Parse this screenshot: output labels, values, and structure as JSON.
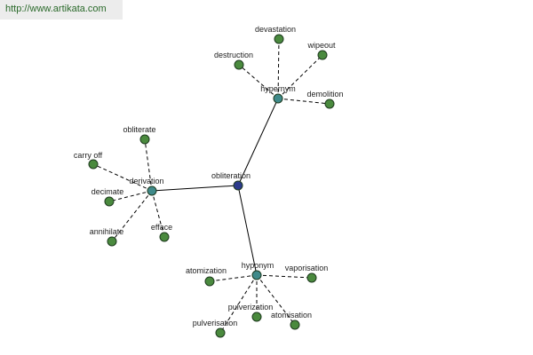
{
  "url": "http://www.artikata.com",
  "colors": {
    "center": "#2c3a8c",
    "hub": "#3f8a8a",
    "leaf": "#4a8a3e",
    "stroke": "#1e3a1e"
  },
  "graph": {
    "center": {
      "id": "obliteration",
      "label": "obliteration"
    },
    "hubs": [
      {
        "id": "hypernym",
        "label": "hypernym",
        "leaves": [
          "devastation",
          "wipeout",
          "destruction",
          "demolition"
        ]
      },
      {
        "id": "derivation",
        "label": "derivation",
        "leaves": [
          "obliterate",
          "carry off",
          "decimate",
          "annihilate",
          "efface"
        ]
      },
      {
        "id": "hyponym",
        "label": "hyponym",
        "leaves": [
          "atomization",
          "vaporisation",
          "pulverization",
          "atomisation",
          "pulverisation"
        ]
      }
    ]
  }
}
